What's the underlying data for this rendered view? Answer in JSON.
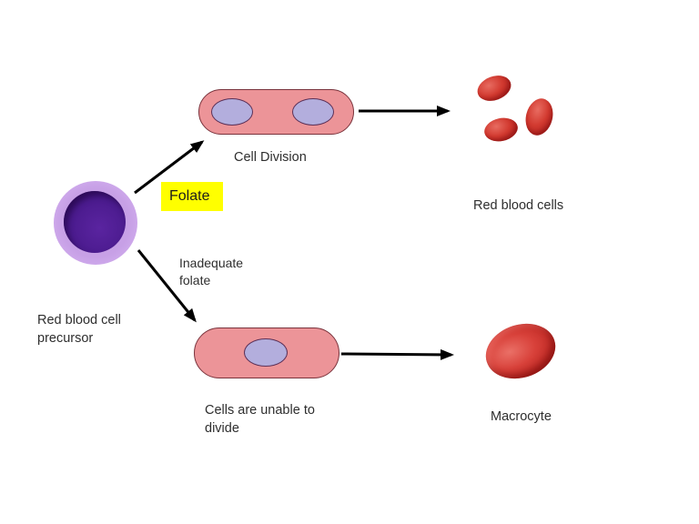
{
  "diagram": {
    "precursor": {
      "label_line1": "Red blood cell",
      "label_line2": "precursor"
    },
    "folate_pathway": {
      "tag": "Folate",
      "result_label": "Cell Division",
      "outcome_label": "Red blood cells"
    },
    "inadequate_pathway": {
      "tag_line1": "Inadequate",
      "tag_line2": "folate",
      "result_line1": "Cells are unable to",
      "result_line2": "divide",
      "outcome_label": "Macrocyte"
    }
  },
  "colors": {
    "background": "#ffffff",
    "folate_highlight": "#ffff00",
    "cell_body_pink": "#ec9498",
    "cell_outline": "#7a333c",
    "nucleus_lavender": "#b3aedd",
    "precursor_ring": "#c9a2e8",
    "precursor_core": "#4a1a8c",
    "rbc_red": "#ce2f28",
    "arrow": "#000000",
    "label_text": "#2e2e2e"
  }
}
